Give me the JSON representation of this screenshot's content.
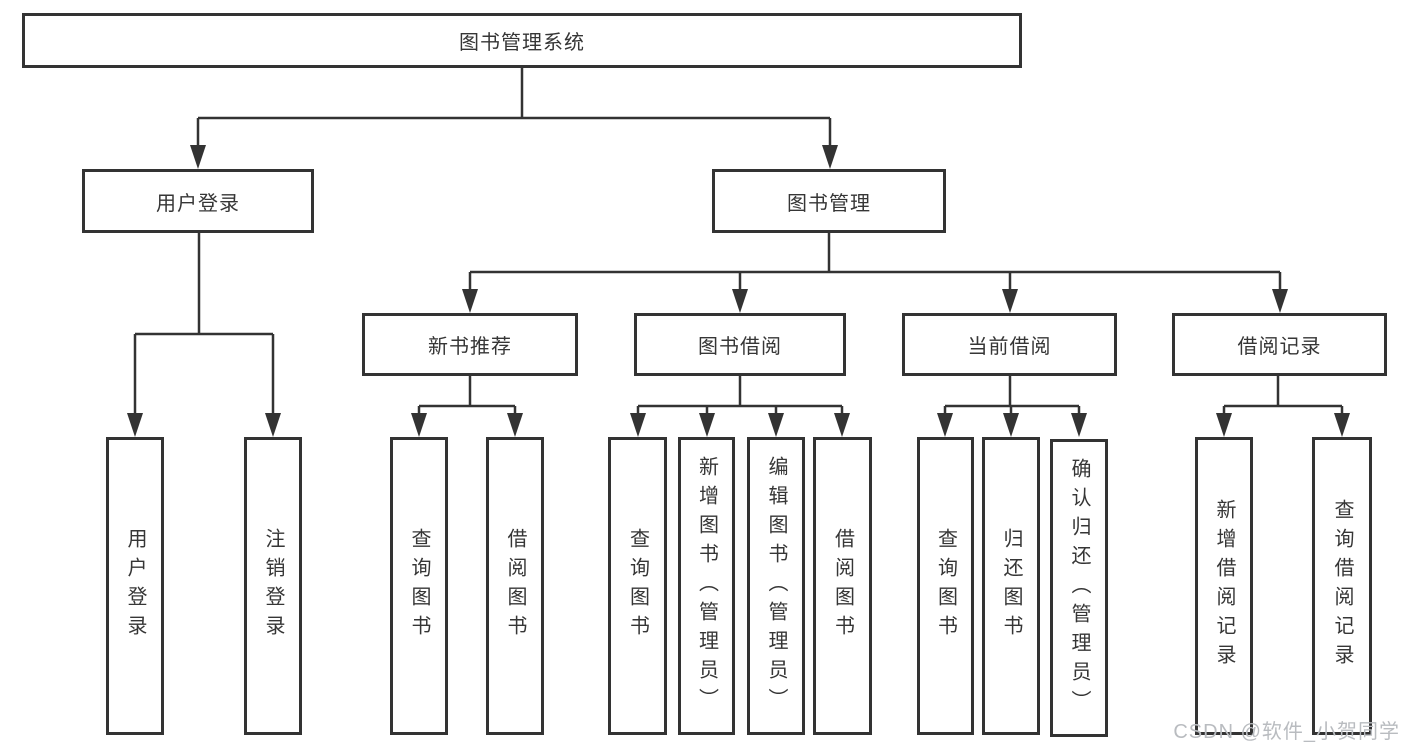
{
  "diagram": {
    "root": {
      "label": "图书管理系统"
    },
    "branches": [
      {
        "label": "用户登录",
        "children": [
          {
            "label": "用户登录"
          },
          {
            "label": "注销登录"
          }
        ]
      },
      {
        "label": "图书管理",
        "children": [
          {
            "label": "新书推荐",
            "children": [
              {
                "label": "查询图书"
              },
              {
                "label": "借阅图书"
              }
            ]
          },
          {
            "label": "图书借阅",
            "children": [
              {
                "label": "查询图书"
              },
              {
                "label": "新增图书（管理员）"
              },
              {
                "label": "编辑图书（管理员）"
              },
              {
                "label": "借阅图书"
              }
            ]
          },
          {
            "label": "当前借阅",
            "children": [
              {
                "label": "查询图书"
              },
              {
                "label": "归还图书"
              },
              {
                "label": "确认归还（管理员）"
              }
            ]
          },
          {
            "label": "借阅记录",
            "children": [
              {
                "label": "新增借阅记录"
              },
              {
                "label": "查询借阅记录"
              }
            ]
          }
        ]
      }
    ]
  },
  "watermark": {
    "text": "CSDN @软件_小贺同学"
  },
  "colors": {
    "line": "#333333",
    "box_border": "#333333",
    "text": "#363636",
    "watermark": "#b9bcc0",
    "background": "#ffffff"
  }
}
